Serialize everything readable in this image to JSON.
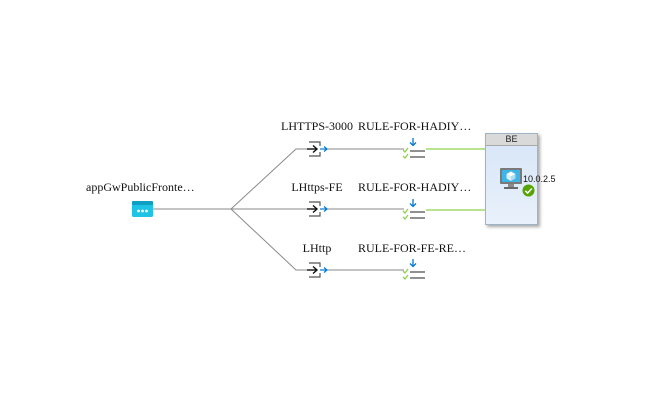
{
  "frontend": {
    "label": "appGwPublicFronte…",
    "icon": "public-frontend-ip-icon"
  },
  "listeners": [
    {
      "label": "LHTTPS-3000",
      "icon": "listener-icon",
      "rule": "RULE-FOR-HADIY…",
      "rule_icon": "routing-rule-icon",
      "connected_to_backend": true
    },
    {
      "label": "LHttps-FE",
      "icon": "listener-icon",
      "rule": "RULE-FOR-HADIY…",
      "rule_icon": "routing-rule-icon",
      "connected_to_backend": true
    },
    {
      "label": "LHttp",
      "icon": "listener-icon",
      "rule": "RULE-FOR-FE-RE…",
      "rule_icon": "routing-rule-icon",
      "connected_to_backend": false
    }
  ],
  "backend": {
    "title": "BE",
    "target_ip": "10.0.2.5",
    "target_icon": "virtual-machine-icon",
    "status_icon": "healthy-check-icon"
  },
  "colors": {
    "wire_gray": "#8a8a8a",
    "wire_green": "#8fd14f",
    "accent_blue": "#0078d4",
    "frontend_cyan": "#1ec3e6",
    "healthy_green": "#57a300"
  }
}
